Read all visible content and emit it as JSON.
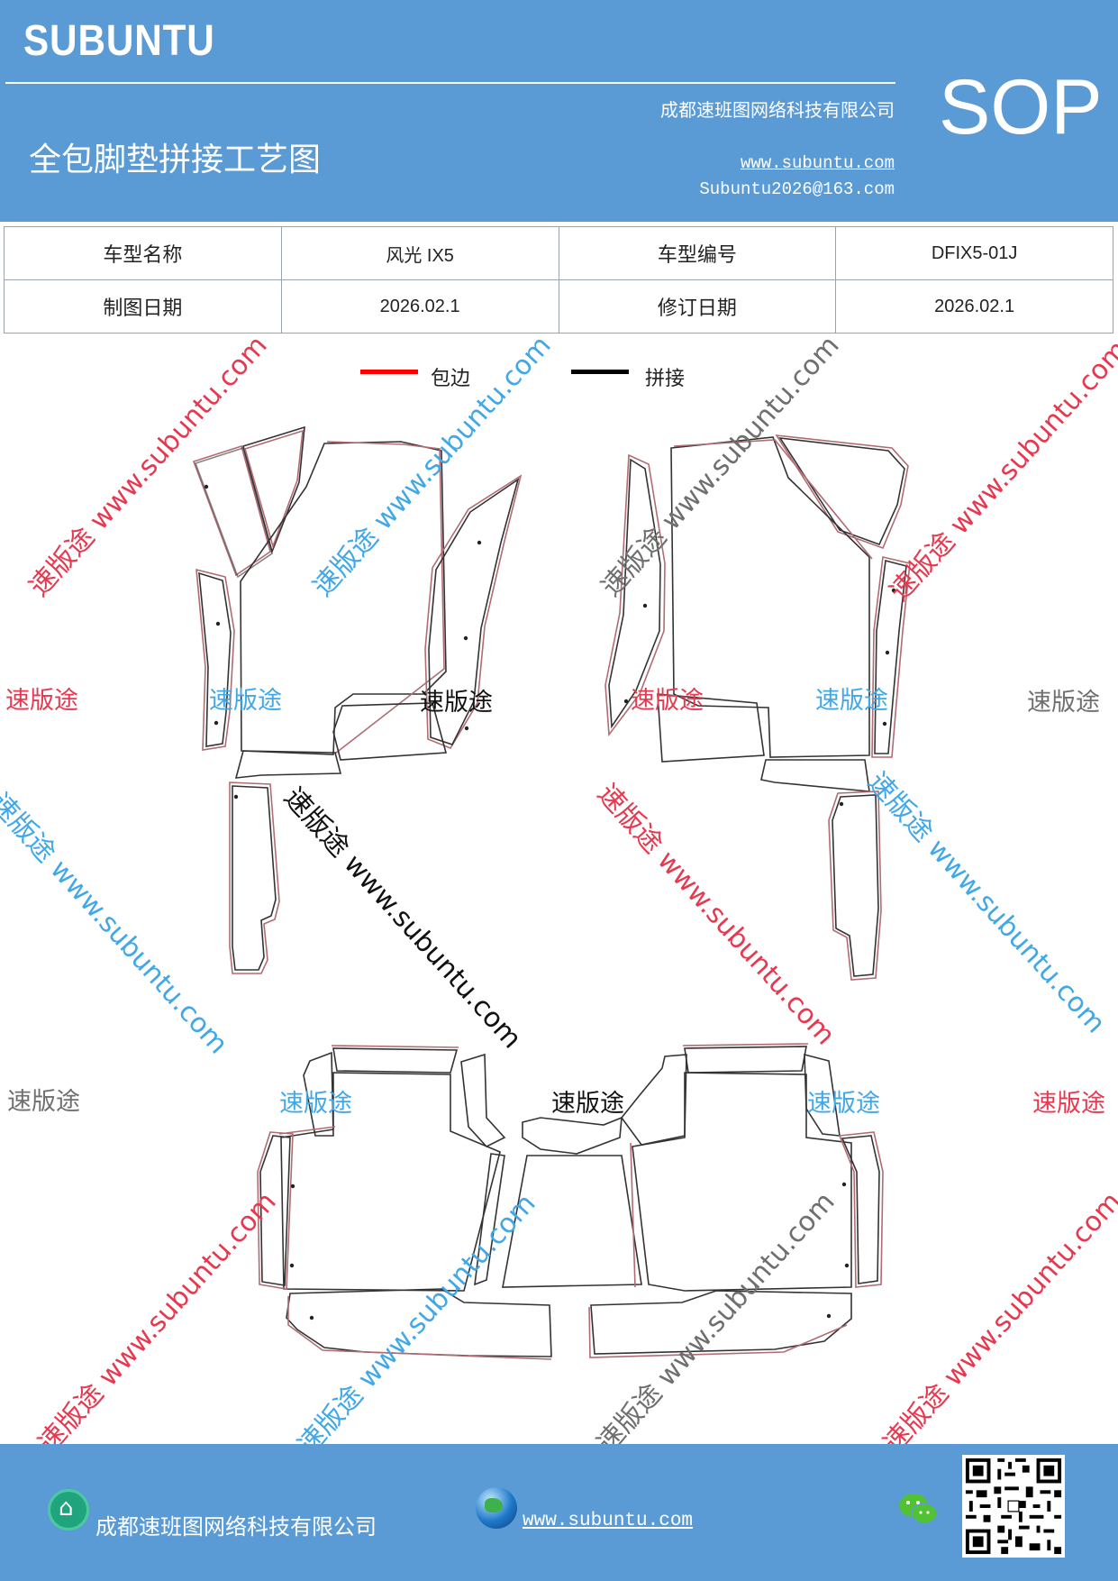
{
  "header": {
    "logo": "SUBUNTU",
    "company": "成都速班图网络科技有限公司",
    "title": "全包脚垫拼接工艺图",
    "website": "www.subuntu.com",
    "email": "Subuntu2026@163.com",
    "badge": "SOP"
  },
  "info_table": {
    "row1": {
      "label1": "车型名称",
      "value1": "风光 IX5",
      "label2": "车型编号",
      "value2": "DFIX5-01J"
    },
    "row2": {
      "label1": "制图日期",
      "value1": "2026.02.1",
      "label2": "修订日期",
      "value2": "2026.02.1"
    }
  },
  "legend": {
    "edge": {
      "label": "包边",
      "color": "#ff0000"
    },
    "splice": {
      "label": "拼接",
      "color": "#000000"
    }
  },
  "watermarks": {
    "diagonal": "速版途 www.subuntu.com",
    "short": "速版途",
    "colors": {
      "red": "#e8384f",
      "blue": "#41a8e8",
      "gray": "#6f6f6f",
      "black": "#111111"
    }
  },
  "footer": {
    "company": "成都速班图网络科技有限公司",
    "website": "www.subuntu.com ",
    "icons": [
      "home-icon",
      "globe-icon",
      "wechat-icon",
      "qr-code"
    ]
  }
}
